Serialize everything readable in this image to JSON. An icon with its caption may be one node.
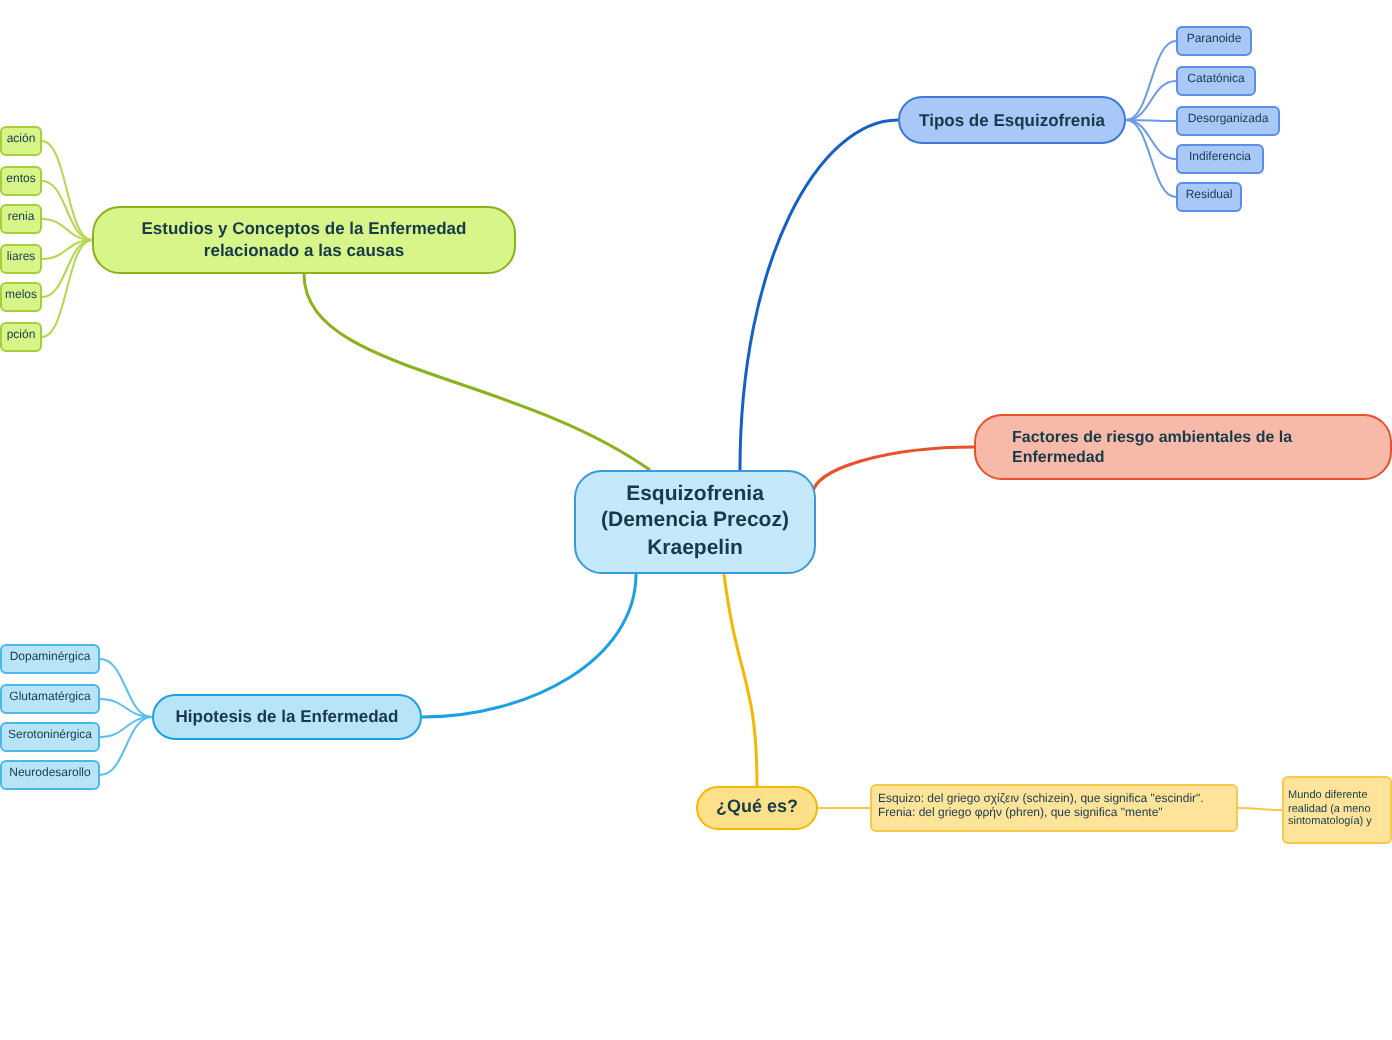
{
  "diagram": {
    "nodes": [
      {
        "text": [
          "Esquizofrenia (Demencia Precoz) Kraepelin"
        ]
      },
      {
        "text": [
          "Tipos de Esquizofrenia"
        ]
      },
      {
        "text": [
          "Paranoide"
        ]
      },
      {
        "text": [
          "Catatónica"
        ]
      },
      {
        "text": [
          "Desorganizada"
        ]
      },
      {
        "text": [
          "Indiferencia"
        ]
      },
      {
        "text": [
          "Residual"
        ]
      },
      {
        "text": [
          "Factores de riesgo ambientales de la Enfermedad"
        ]
      },
      {
        "text": [
          "Estudios y Conceptos de la Enfermedad relacionado a las causas"
        ]
      },
      {
        "text": [
          "ación"
        ]
      },
      {
        "text": [
          "entos"
        ]
      },
      {
        "text": [
          "renia"
        ]
      },
      {
        "text": [
          "liares"
        ]
      },
      {
        "text": [
          "melos"
        ]
      },
      {
        "text": [
          "pción"
        ]
      },
      {
        "text": [
          "Hipotesis de la Enfermedad"
        ]
      },
      {
        "text": [
          "Dopaminérgica"
        ]
      },
      {
        "text": [
          "Glutamatérgica"
        ]
      },
      {
        "text": [
          "Serotoninérgica"
        ]
      },
      {
        "text": [
          "Neurodesarollo"
        ]
      },
      {
        "text": [
          "¿Qué es?"
        ]
      },
      {
        "text": [
          "Esquizo: del griego σχίζειν (schizein), que significa \"escindir\". Frenia: del griego φρήν (phren), que significa \"mente\""
        ]
      },
      {
        "text": [
          "Mundo diferente realidad (a meno sintomatología) y"
        ]
      }
    ],
    "edges": [
      {
        "from": 0,
        "to": 1,
        "arrow": "none",
        "color": "#1560c8"
      },
      {
        "from": 1,
        "to": 2,
        "arrow": "none",
        "color": "#6b9ae8"
      },
      {
        "from": 1,
        "to": 3,
        "arrow": "none",
        "color": "#6b9ae8"
      },
      {
        "from": 1,
        "to": 4,
        "arrow": "none",
        "color": "#6b9ae8"
      },
      {
        "from": 1,
        "to": 5,
        "arrow": "none",
        "color": "#6b9ae8"
      },
      {
        "from": 1,
        "to": 6,
        "arrow": "none",
        "color": "#6b9ae8"
      },
      {
        "from": 0,
        "to": 7,
        "arrow": "none",
        "color": "#e8522a"
      },
      {
        "from": 0,
        "to": 8,
        "arrow": "none",
        "color": "#8ab21a"
      },
      {
        "from": 8,
        "to": 9,
        "arrow": "none",
        "color": "#b4d84a"
      },
      {
        "from": 8,
        "to": 10,
        "arrow": "none",
        "color": "#b4d84a"
      },
      {
        "from": 8,
        "to": 11,
        "arrow": "none",
        "color": "#b4d84a"
      },
      {
        "from": 8,
        "to": 12,
        "arrow": "none",
        "color": "#b4d84a"
      },
      {
        "from": 8,
        "to": 13,
        "arrow": "none",
        "color": "#b4d84a"
      },
      {
        "from": 8,
        "to": 14,
        "arrow": "none",
        "color": "#b4d84a"
      },
      {
        "from": 0,
        "to": 15,
        "arrow": "none",
        "color": "#1ba1e2"
      },
      {
        "from": 15,
        "to": 16,
        "arrow": "none",
        "color": "#5cc0ee"
      },
      {
        "from": 15,
        "to": 17,
        "arrow": "none",
        "color": "#5cc0ee"
      },
      {
        "from": 15,
        "to": 18,
        "arrow": "none",
        "color": "#5cc0ee"
      },
      {
        "from": 15,
        "to": 19,
        "arrow": "none",
        "color": "#5cc0ee"
      },
      {
        "from": 0,
        "to": 20,
        "arrow": "none",
        "color": "#f5b800"
      },
      {
        "from": 20,
        "to": 21,
        "arrow": "none",
        "color": "#f7c84a"
      },
      {
        "from": 21,
        "to": 22,
        "arrow": "none",
        "color": "#f7c84a"
      }
    ]
  }
}
